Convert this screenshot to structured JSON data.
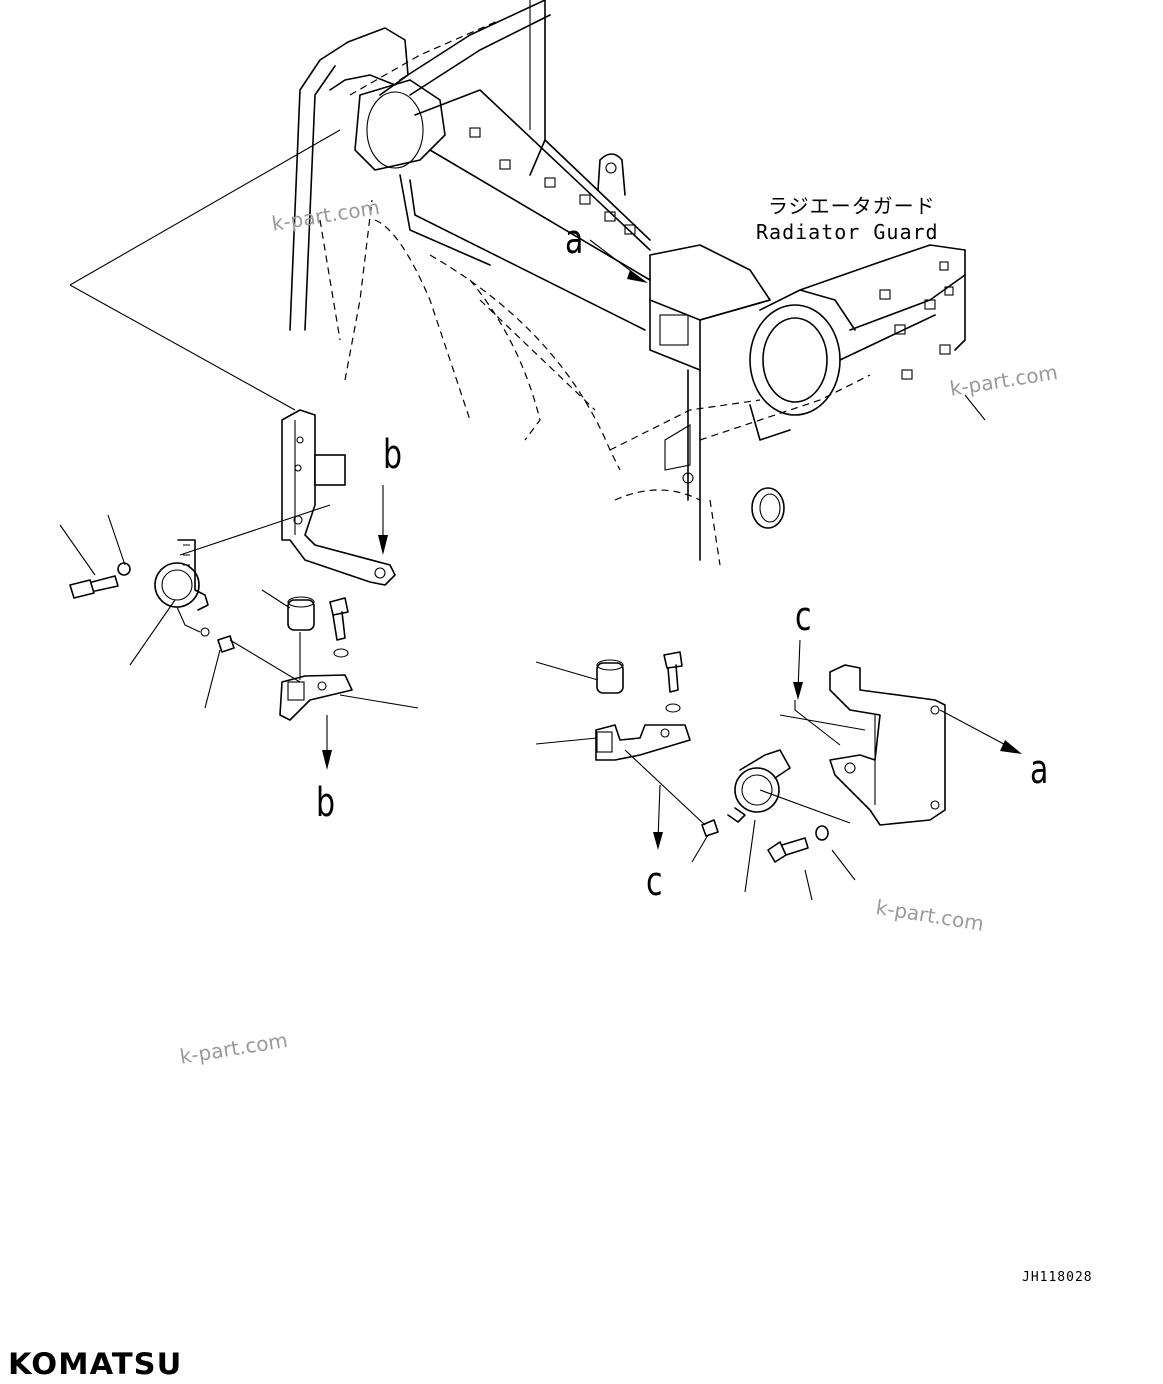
{
  "callouts": {
    "a_upper": "a",
    "a_right": "a",
    "b_upper": "b",
    "b_lower": "b",
    "c_upper": "c",
    "c_lower": "c"
  },
  "radiator_guard": {
    "label_jp": "ラジエータガード",
    "label_en": "Radiator Guard"
  },
  "watermarks": [
    "k-part.com",
    "k-part.com",
    "k-part.com",
    "k-part.com"
  ],
  "drawing_code": "JH118028",
  "brand": "KOMATSU",
  "colors": {
    "line": "#000000",
    "background": "#ffffff",
    "watermark": "#9a9a9a"
  }
}
